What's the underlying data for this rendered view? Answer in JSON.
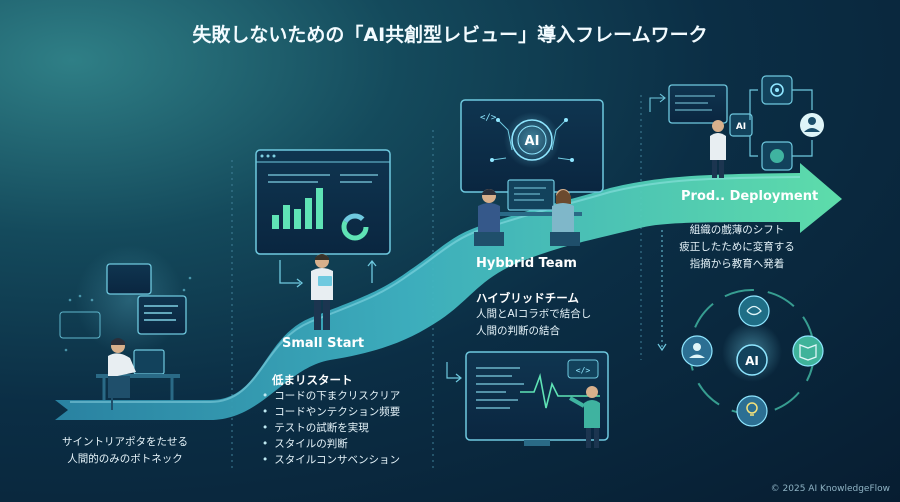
{
  "title": "失敗しないための「AI共創型レビュー」導入フレームワーク",
  "stages": {
    "baseline": {
      "caption": [
        "サイントリアポタをたせる",
        "人間的のみのボトネック"
      ]
    },
    "small_start": {
      "label": "Small Start",
      "heading": "低まリスタート",
      "bullets": [
        "コードの下まクリスクリア",
        "コードやンテクション频要",
        "テストの試断を実現",
        "スタイルの判断",
        "スタイルコンサベンション"
      ]
    },
    "hybrid_team": {
      "label": "Hybbrid Team",
      "heading": "ハイブリッドチーム",
      "lines": [
        "人間とAIコラボで結合し",
        "人間の判断の結合"
      ]
    },
    "deployment": {
      "label": "Prod.. Deployment",
      "lines": [
        "組織の戲薄のシフト",
        "疲正したために変育する",
        "指摘から教育へ発着"
      ]
    }
  },
  "icons": {
    "code_tag": "</>",
    "ai_badge": "AI"
  },
  "footer": {
    "copyright": "© 2025 AI KnowledgeFlow"
  },
  "colors": {
    "ribbon_start": "#2f93b0",
    "ribbon_end": "#5fe3b5",
    "panel_border": "#6fc9df",
    "accent_green": "#58d99a",
    "background": "#0b2e45"
  }
}
